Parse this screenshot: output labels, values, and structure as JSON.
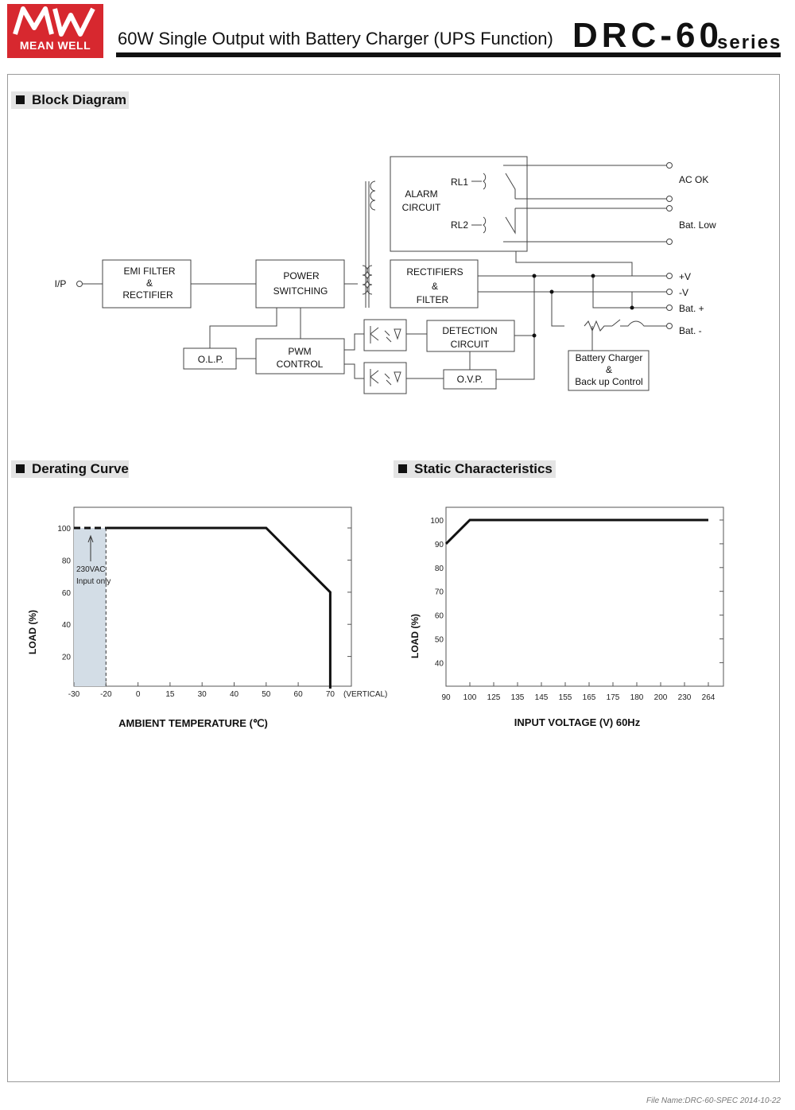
{
  "header": {
    "logo_text": "MEAN WELL",
    "subtitle": "60W Single Output with Battery Charger (UPS Function)",
    "model": "DRC-60",
    "series": "series"
  },
  "sections": {
    "block_diagram": "Block Diagram",
    "derating_curve": "Derating Curve",
    "static_characteristics": "Static Characteristics"
  },
  "block_diagram": {
    "input_label": "I/P",
    "emi_filter": [
      "EMI FILTER",
      "&",
      "RECTIFIER"
    ],
    "power_switching": [
      "POWER",
      "SWITCHING"
    ],
    "rectifiers_filter": [
      "RECTIFIERS",
      "&",
      "FILTER"
    ],
    "alarm_circuit": [
      "ALARM",
      "CIRCUIT"
    ],
    "relay1": "RL1",
    "relay2": "RL2",
    "olp": "O.L.P.",
    "pwm_control": [
      "PWM",
      "CONTROL"
    ],
    "detection_circuit": [
      "DETECTION",
      "CIRCUIT"
    ],
    "ovp": "O.V.P.",
    "battery_charger": [
      "Battery Charger",
      "&",
      "Back up Control"
    ],
    "outputs": [
      "AC OK",
      "Bat. Low",
      "+V",
      "-V",
      "Bat. +",
      "Bat. -"
    ]
  },
  "chart_data": [
    {
      "type": "line",
      "title": "Derating Curve",
      "xlabel": "AMBIENT TEMPERATURE (℃)",
      "ylabel": "LOAD (%)",
      "x_ticks": [
        "-30",
        "-20",
        "0",
        "15",
        "30",
        "40",
        "50",
        "60",
        "70"
      ],
      "x_suffix": "(VERTICAL)",
      "y_ticks": [
        "20",
        "40",
        "60",
        "80",
        "100"
      ],
      "series": [
        {
          "x": [
            "-30",
            "-20"
          ],
          "y": [
            100,
            100
          ],
          "style": "dashed"
        },
        {
          "x": [
            "-20",
            "50",
            "70",
            "70"
          ],
          "y": [
            100,
            100,
            60,
            0
          ],
          "style": "solid"
        }
      ],
      "shaded_region": {
        "x": [
          "-30",
          "-20"
        ],
        "color": "#d3dde6"
      },
      "annotation": [
        "230VAC",
        "Input only"
      ]
    },
    {
      "type": "line",
      "title": "Static Characteristics",
      "xlabel": "INPUT VOLTAGE (V) 60Hz",
      "ylabel": "LOAD (%)",
      "x_ticks": [
        "90",
        "100",
        "125",
        "135",
        "145",
        "155",
        "165",
        "175",
        "180",
        "200",
        "230",
        "264"
      ],
      "y_ticks": [
        "40",
        "50",
        "60",
        "70",
        "80",
        "90",
        "100"
      ],
      "series": [
        {
          "x": [
            "90",
            "100",
            "264"
          ],
          "y": [
            90,
            100,
            100
          ]
        }
      ]
    }
  ],
  "footer": "File Name:DRC-60-SPEC   2014-10-22",
  "colors": {
    "brand": "#d7282f",
    "section_bg": "#e4e4e4",
    "shade": "#d3dde6"
  }
}
